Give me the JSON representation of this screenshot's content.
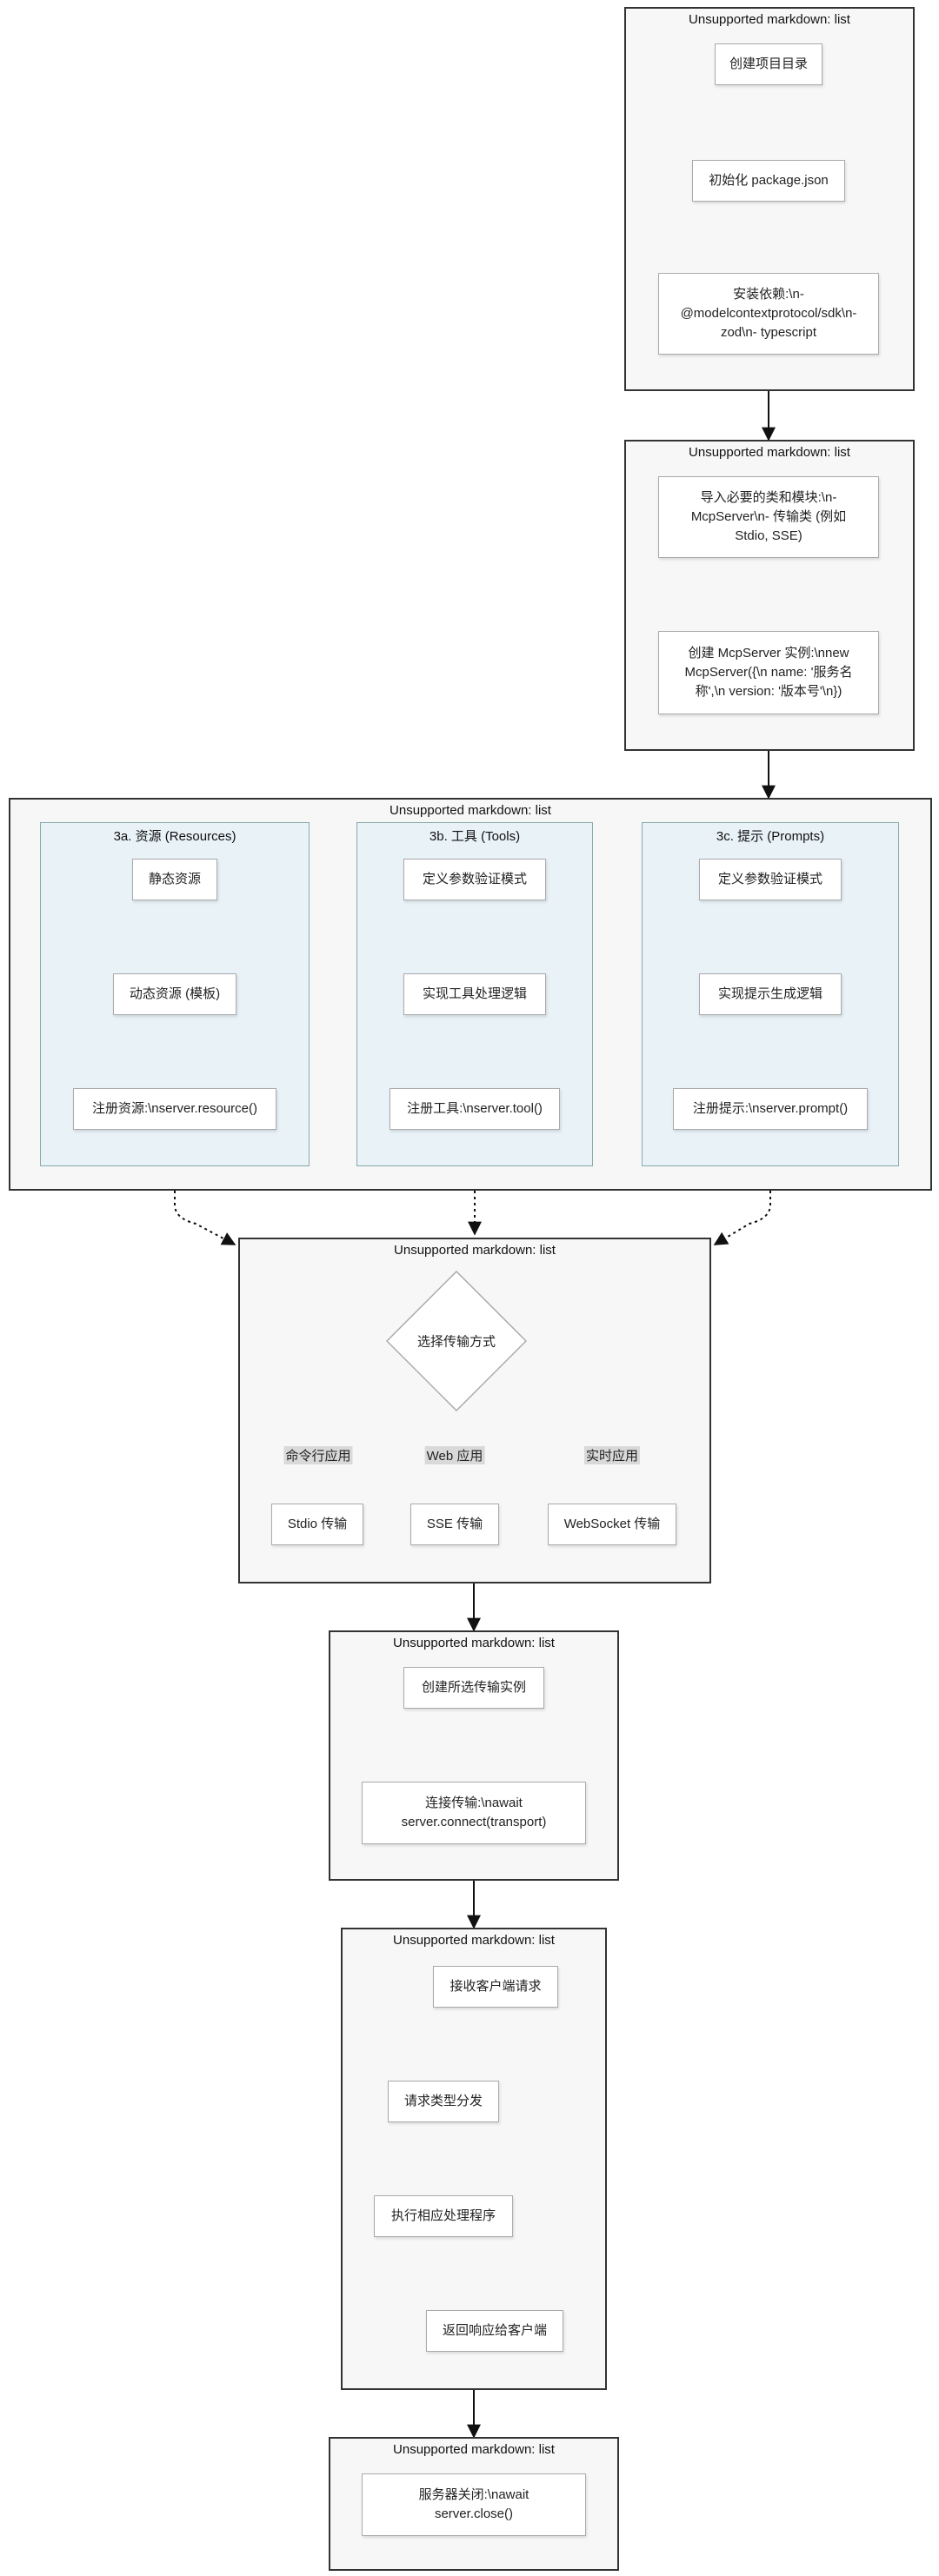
{
  "clusters": {
    "c1": "Unsupported markdown: list",
    "c2": "Unsupported markdown: list",
    "c3": "Unsupported markdown: list",
    "c4": "Unsupported markdown: list",
    "c5": "Unsupported markdown: list",
    "c6": "Unsupported markdown: list",
    "c7": "Unsupported markdown: list"
  },
  "subclusters": {
    "resources": "3a. 资源 (Resources)",
    "tools": "3b. 工具 (Tools)",
    "prompts": "3c. 提示 (Prompts)"
  },
  "nodes": {
    "create_dir": "创建项目目录",
    "init_pkg": "初始化 package.json",
    "install_deps": "安装依赖:\\n-\n@modelcontextprotocol/sdk\\n-\nzod\\n- typescript",
    "import_modules": "导入必要的类和模块:\\n-\nMcpServer\\n- 传输类 (例如\nStdio, SSE)",
    "create_instance": "创建 McpServer 实例:\\nnew\nMcpServer({\\n  name: '服务名\n称',\\n  version: '版本号'\\n})",
    "static_res": "静态资源",
    "dynamic_res": "动态资源 (模板)",
    "register_res": "注册资源:\\nserver.resource()",
    "tool_schema": "定义参数验证模式",
    "tool_logic": "实现工具处理逻辑",
    "register_tool": "注册工具:\\nserver.tool()",
    "prompt_schema": "定义参数验证模式",
    "prompt_logic": "实现提示生成逻辑",
    "register_prompt": "注册提示:\\nserver.prompt()",
    "choose_transport": "选择传输方式",
    "stdio": "Stdio 传输",
    "sse": "SSE 传输",
    "websocket": "WebSocket 传输",
    "create_transport": "创建所选传输实例",
    "connect": "连接传输:\\nawait\nserver.connect(transport)",
    "receive": "接收客户端请求",
    "dispatch": "请求类型分发",
    "handle": "执行相应处理程序",
    "respond": "返回响应给客户端",
    "close": "服务器关闭:\\nawait\nserver.close()"
  },
  "edge_labels": {
    "cli": "命令行应用",
    "web": "Web 应用",
    "realtime": "实时应用"
  }
}
